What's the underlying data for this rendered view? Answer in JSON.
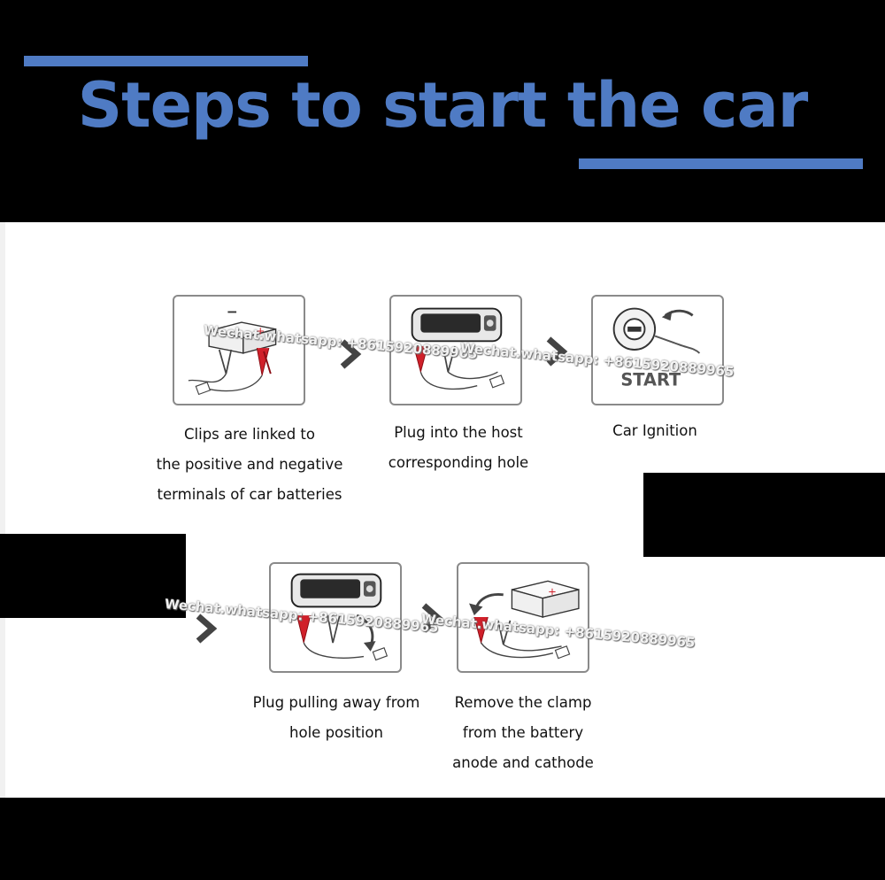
{
  "title": "Steps to start the car",
  "colors": {
    "accent": "#4f7bc4",
    "background": "#000000",
    "panel": "#ffffff",
    "clip_red": "#d0202a"
  },
  "icons": [
    "battery-clip-icon",
    "jump-starter-icon",
    "ignition-key-icon",
    "chevron-right-icon"
  ],
  "steps": [
    {
      "label": "",
      "caption": [
        "Clips are linked to",
        "the positive and negative",
        "terminals of car batteries"
      ]
    },
    {
      "label": "",
      "caption": [
        "Plug into the host",
        "corresponding hole"
      ]
    },
    {
      "label": "START",
      "caption": [
        "Car Ignition"
      ]
    },
    {
      "label": "",
      "caption": [
        "Plug pulling away from",
        "hole position"
      ]
    },
    {
      "label": "",
      "caption": [
        "Remove the clamp",
        "from the battery",
        "anode and cathode"
      ]
    }
  ],
  "watermark": "Wechat.whatsapp: +8615920889965"
}
